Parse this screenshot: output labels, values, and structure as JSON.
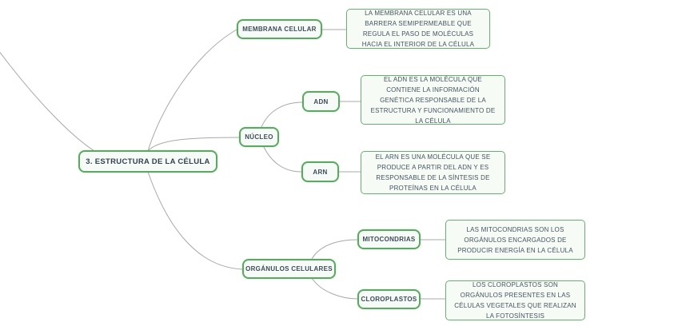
{
  "diagram": {
    "type": "mindmap",
    "colors": {
      "node_border": "#58ab5e",
      "node_fill": "#f7fbf7",
      "text": "#3d4d57",
      "connector": "#a9a9a9",
      "background": "#ffffff"
    },
    "root": {
      "label": "3. ESTRUCTURA DE LA CÉLULA"
    },
    "branches": [
      {
        "label": "MEMBRANA CELULAR",
        "description": "LA MEMBRANA CELULAR ES UNA BARRERA SEMIPERMEABLE QUE REGULA EL PASO DE MOLÉCULAS HACIA EL INTERIOR DE LA CÉLULA"
      },
      {
        "label": "NÚCLEO",
        "children": [
          {
            "label": "ADN",
            "description": "EL ADN ES LA MOLÉCULA QUE CONTIENE LA INFORMACIÓN GENÉTICA RESPONSABLE DE LA ESTRUCTURA Y FUNCIONAMIENTO DE LA CÉLULA"
          },
          {
            "label": "ARN",
            "description": "EL ARN ES UNA MOLÉCULA QUE SE PRODUCE A PARTIR DEL ADN Y ES RESPONSABLE DE LA SÍNTESIS DE PROTEÍNAS EN LA CÉLULA"
          }
        ]
      },
      {
        "label": "ORGÁNULOS CELULARES",
        "children": [
          {
            "label": "MITOCONDRIAS",
            "description": "LAS MITOCONDRIAS SON LOS ORGÁNULOS ENCARGADOS DE PRODUCIR ENERGÍA EN LA CÉLULA"
          },
          {
            "label": "CLOROPLASTOS",
            "description": "LOS CLOROPLASTOS SON ORGÁNULOS PRESENTES EN LAS CÉLULAS VEGETALES QUE REALIZAN LA FOTOSÍNTESIS"
          }
        ]
      }
    ]
  }
}
